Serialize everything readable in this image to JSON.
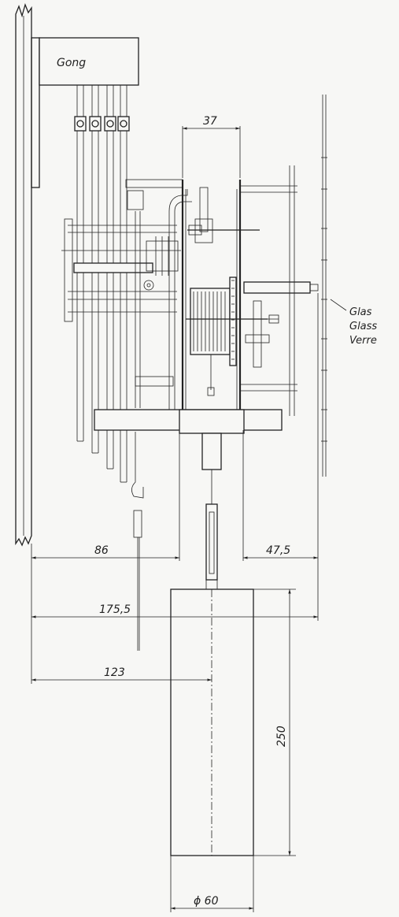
{
  "labels": {
    "gong": "Gong",
    "glass_de": "Glas",
    "glass_en": "Glass",
    "glass_fr": "Verre"
  },
  "dimensions": {
    "width_37": "37",
    "width_86": "86",
    "width_47_5": "47,5",
    "width_175_5": "175,5",
    "width_123": "123",
    "height_250": "250",
    "diameter_60": "ϕ 60"
  }
}
